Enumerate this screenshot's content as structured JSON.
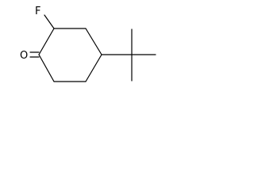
{
  "structure": {
    "atoms": {
      "fluorine": "F",
      "oxygen": "O"
    },
    "substituents": [
      "fluoro",
      "tert-butyl",
      "ketone"
    ]
  },
  "colors": {
    "background": "#ffffff",
    "ink": "#000000"
  }
}
